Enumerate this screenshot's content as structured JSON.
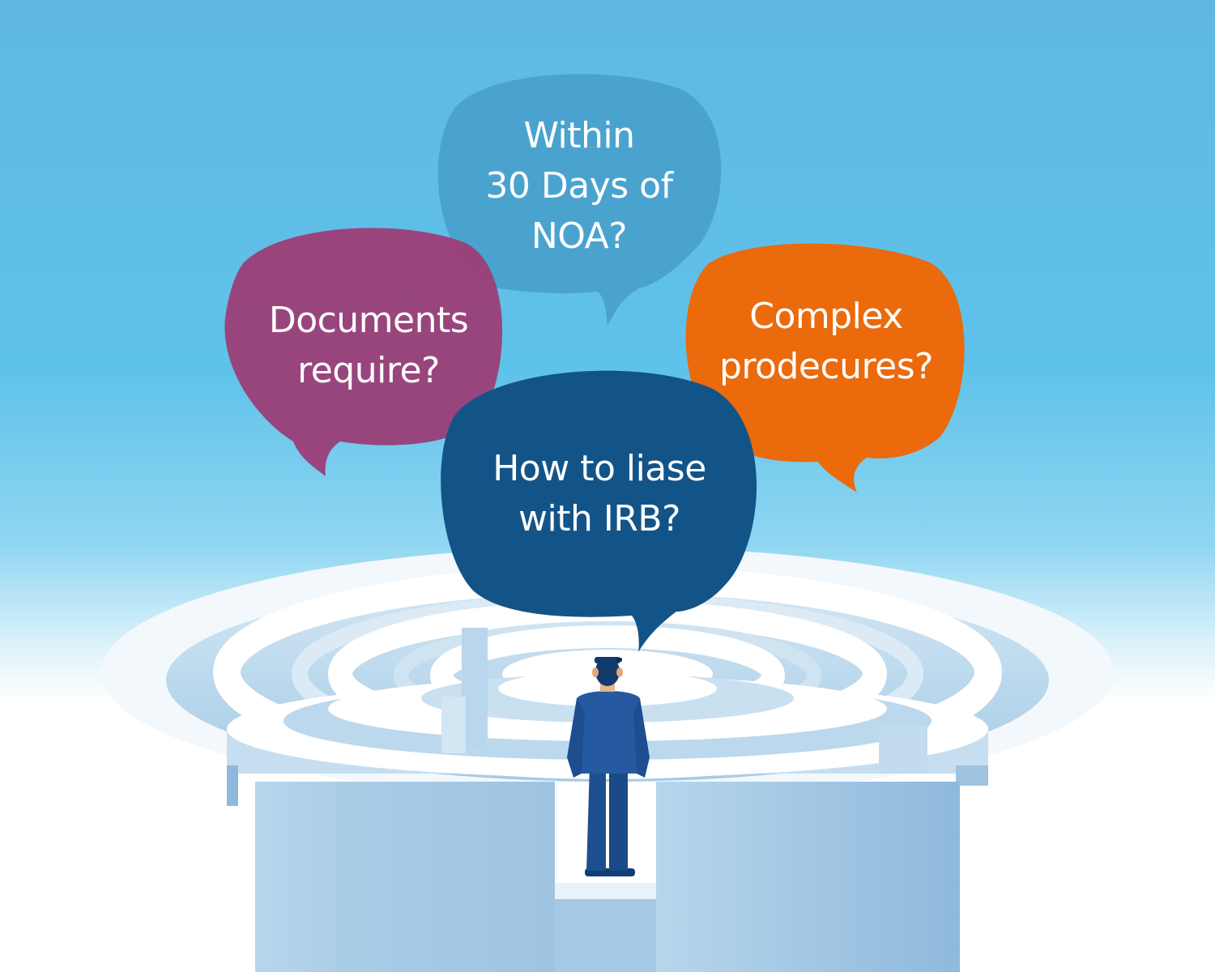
{
  "bubbles": {
    "noa": {
      "lines": [
        "Within",
        "30 Days of",
        "NOA?"
      ],
      "color": "#4aa3cf"
    },
    "documents": {
      "lines": [
        "Documents",
        "require?"
      ],
      "color": "#9b3f78"
    },
    "complex": {
      "lines": [
        "Complex",
        "prodecures?"
      ],
      "color": "#eb6a0c"
    },
    "irb": {
      "lines": [
        "How to liase",
        "with IRB?"
      ],
      "color": "#135488"
    }
  },
  "icons": {
    "person": "businessman-figure-icon",
    "maze": "circular-maze-icon"
  }
}
